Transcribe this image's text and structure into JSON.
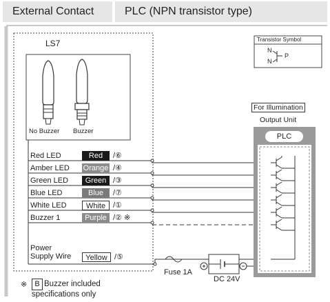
{
  "header": {
    "left": "External Contact",
    "right": "PLC (NPN transistor type)"
  },
  "device": {
    "name": "LS7",
    "left_label": "No Buzzer",
    "right_label": "Buzzer"
  },
  "transistor_symbol": {
    "title": "Transistor Symbol",
    "n_top": "N",
    "n_bottom": "N",
    "p": "P"
  },
  "plc": {
    "title_line1": "For Illumination",
    "title_line2": "Output Unit",
    "label": "PLC"
  },
  "wires": [
    {
      "label": "Red LED",
      "color_name": "Red",
      "terminal": "/⑥",
      "chip_bg": "#1a1a1a",
      "chip_fg": "#ffffff"
    },
    {
      "label": "Amber LED",
      "color_name": "Orange",
      "terminal": "/④",
      "chip_bg": "#8c8c8c",
      "chip_fg": "#ffffff"
    },
    {
      "label": "Green LED",
      "color_name": "Green",
      "terminal": "/③",
      "chip_bg": "#1a1a1a",
      "chip_fg": "#ffffff"
    },
    {
      "label": "Blue LED",
      "color_name": "Blue",
      "terminal": "/⑦",
      "chip_bg": "#7a7a7a",
      "chip_fg": "#ffffff"
    },
    {
      "label": "White LED",
      "color_name": "White",
      "terminal": "/①",
      "chip_bg": "#ffffff",
      "chip_fg": "#222222"
    },
    {
      "label": "Buzzer 1",
      "color_name": "Purple",
      "terminal": "/② ※",
      "chip_bg": "#8c8c8c",
      "chip_fg": "#ffffff"
    }
  ],
  "power": {
    "label_line1": "Power",
    "label_line2": "Supply Wire",
    "color_name": "Yellow",
    "terminal": "/⑤"
  },
  "fuse": {
    "label": "Fuse 1A"
  },
  "supply": {
    "label": "DC 24V",
    "plus": "⊕",
    "minus": "⊖"
  },
  "footnote": {
    "mark": "※",
    "box_letter": "B",
    "line1": "Buzzer included",
    "line2": "specifications only"
  }
}
